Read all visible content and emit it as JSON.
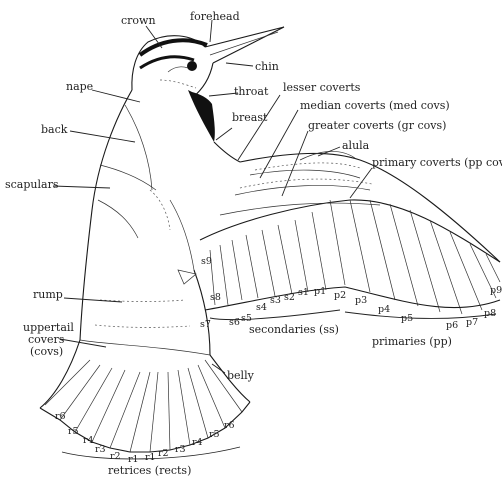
{
  "labels": {
    "crown": "crown",
    "forehead": "forehead",
    "chin": "chin",
    "nape": "nape",
    "throat": "throat",
    "lesser_coverts": "lesser coverts",
    "breast": "breast",
    "median_coverts": "median coverts (med covs)",
    "back": "back",
    "greater_coverts": "greater coverts (gr covs)",
    "alula": "alula",
    "primary_coverts": "primary coverts (pp covs)",
    "scapulars": "scapulars",
    "rump": "rump",
    "uppertail_covers_1": "uppertail",
    "uppertail_covers_2": "covers",
    "uppertail_covers_3": "(covs)",
    "belly": "belly",
    "secondaries": "secondaries (ss)",
    "primaries": "primaries (pp)",
    "retrices": "retrices (rects)"
  },
  "secondary_numbers": [
    "s9",
    "s8",
    "s7",
    "s6",
    "s5",
    "s4",
    "s3",
    "s2",
    "s1"
  ],
  "primary_numbers": [
    "p1",
    "p2",
    "p3",
    "p4",
    "p5",
    "p6",
    "p7",
    "p8",
    "p9"
  ],
  "retrix_left": [
    "r6",
    "r5",
    "r4",
    "r3",
    "r2",
    "r1"
  ],
  "retrix_right": [
    "r1",
    "r2",
    "r3",
    "r4",
    "r5",
    "r6"
  ]
}
